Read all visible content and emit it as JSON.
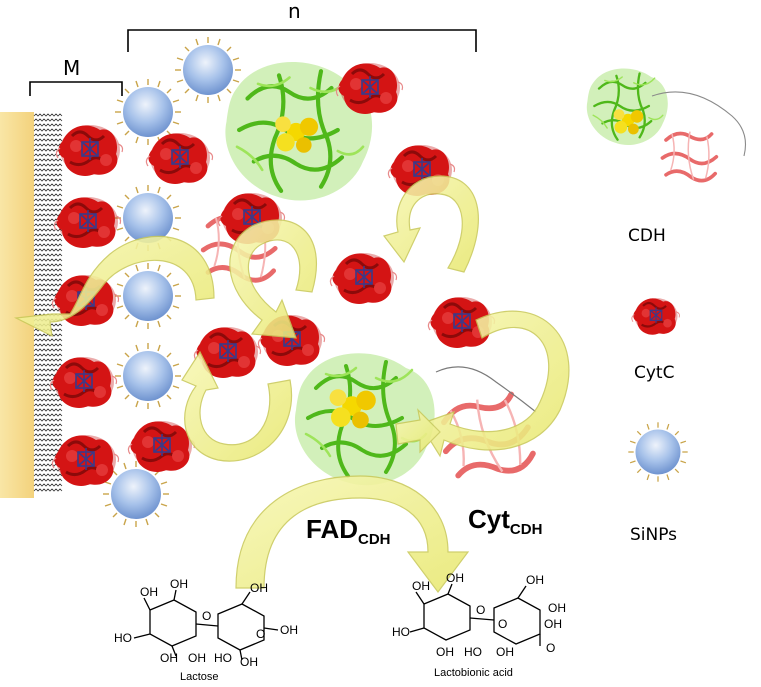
{
  "labels": {
    "m": "M",
    "n": "n",
    "fad": "FAD",
    "fad_sub": "CDH",
    "cyt": "Cyt",
    "cyt_sub": "CDH"
  },
  "legend": [
    {
      "key": "cdh",
      "label": "CDH"
    },
    {
      "key": "cytc",
      "label": "CytC"
    },
    {
      "key": "sinps",
      "label": "SiNPs"
    }
  ],
  "molecules": {
    "lactose": {
      "name": "Lactose",
      "atoms": [
        "OH",
        "OH",
        "OH",
        "HO",
        "O",
        "O",
        "OH",
        "OH",
        "HO",
        "OH",
        "OH"
      ]
    },
    "lactobionic": {
      "name": "Lactobionic acid",
      "atoms": [
        "OH",
        "OH",
        "OH",
        "HO",
        "O",
        "O",
        "OH",
        "HO",
        "OH",
        "OH",
        "OH",
        "O"
      ]
    }
  },
  "colors": {
    "electrode": "#f6d98a",
    "arrow": "#f2f28a",
    "arrow_edge": "#c9c95a",
    "cytc": "#d41414",
    "heme": "#3a3a8a",
    "cdh_green": "#62c81e",
    "cdh_pink": "#f08080",
    "fad": "#f5d800",
    "sinp": "#a7c2ea"
  }
}
